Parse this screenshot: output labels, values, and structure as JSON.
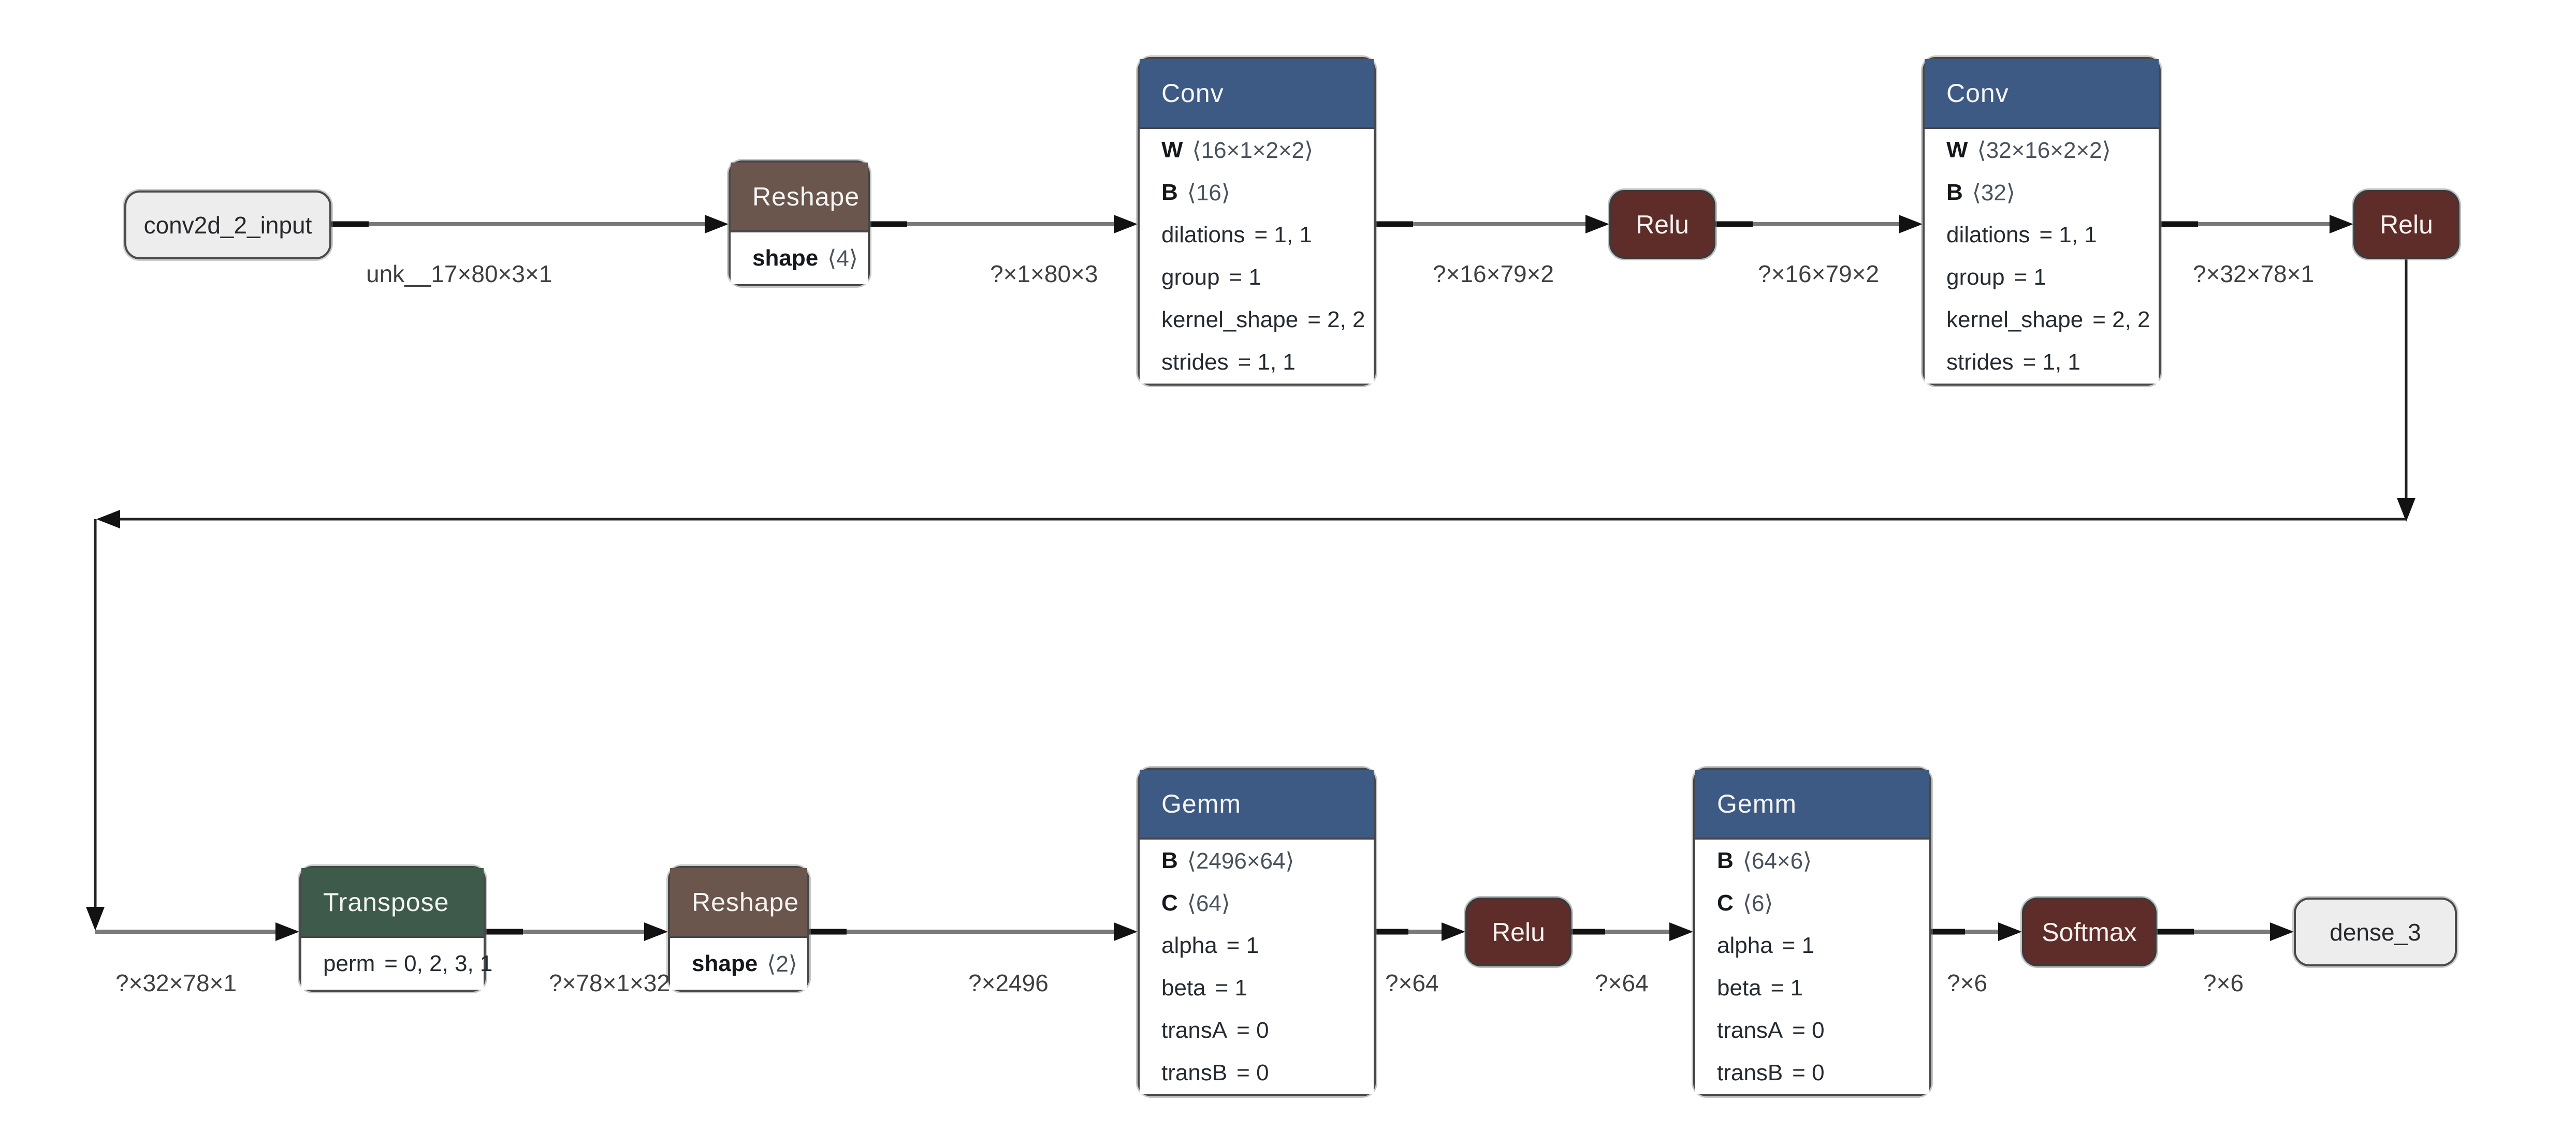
{
  "graph": {
    "nodes": [
      {
        "id": "input",
        "kind": "io",
        "label": "conv2d_2_input"
      },
      {
        "id": "reshape_1",
        "kind": "op",
        "title": "Reshape",
        "rows": [
          {
            "name": "shape",
            "value": "⟨4⟩"
          }
        ]
      },
      {
        "id": "conv_1",
        "kind": "op",
        "title": "Conv",
        "rows": [
          {
            "name": "W",
            "value": "⟨16×1×2×2⟩"
          },
          {
            "name": "B",
            "value": "⟨16⟩"
          },
          {
            "name": "dilations",
            "value": "= 1, 1"
          },
          {
            "name": "group",
            "value": "= 1"
          },
          {
            "name": "kernel_shape",
            "value": "= 2, 2"
          },
          {
            "name": "strides",
            "value": "= 1, 1"
          }
        ]
      },
      {
        "id": "relu_1",
        "kind": "act",
        "label": "Relu"
      },
      {
        "id": "conv_2",
        "kind": "op",
        "title": "Conv",
        "rows": [
          {
            "name": "W",
            "value": "⟨32×16×2×2⟩"
          },
          {
            "name": "B",
            "value": "⟨32⟩"
          },
          {
            "name": "dilations",
            "value": "= 1, 1"
          },
          {
            "name": "group",
            "value": "= 1"
          },
          {
            "name": "kernel_shape",
            "value": "= 2, 2"
          },
          {
            "name": "strides",
            "value": "= 1, 1"
          }
        ]
      },
      {
        "id": "relu_2",
        "kind": "act",
        "label": "Relu"
      },
      {
        "id": "transpose",
        "kind": "op",
        "title": "Transpose",
        "rows": [
          {
            "name": "perm",
            "value": "= 0, 2, 3, 1"
          }
        ]
      },
      {
        "id": "reshape_2",
        "kind": "op",
        "title": "Reshape",
        "rows": [
          {
            "name": "shape",
            "value": "⟨2⟩"
          }
        ]
      },
      {
        "id": "gemm_1",
        "kind": "op",
        "title": "Gemm",
        "rows": [
          {
            "name": "B",
            "value": "⟨2496×64⟩"
          },
          {
            "name": "C",
            "value": "⟨64⟩"
          },
          {
            "name": "alpha",
            "value": "= 1"
          },
          {
            "name": "beta",
            "value": "= 1"
          },
          {
            "name": "transA",
            "value": "= 0"
          },
          {
            "name": "transB",
            "value": "= 0"
          }
        ]
      },
      {
        "id": "relu_3",
        "kind": "act",
        "label": "Relu"
      },
      {
        "id": "gemm_2",
        "kind": "op",
        "title": "Gemm",
        "rows": [
          {
            "name": "B",
            "value": "⟨64×6⟩"
          },
          {
            "name": "C",
            "value": "⟨6⟩"
          },
          {
            "name": "alpha",
            "value": "= 1"
          },
          {
            "name": "beta",
            "value": "= 1"
          },
          {
            "name": "transA",
            "value": "= 0"
          },
          {
            "name": "transB",
            "value": "= 0"
          }
        ]
      },
      {
        "id": "softmax",
        "kind": "act",
        "label": "Softmax"
      },
      {
        "id": "output",
        "kind": "io",
        "label": "dense_3"
      }
    ],
    "edge_labels": [
      "unk__17×80×3×1",
      "?×1×80×3",
      "?×16×79×2",
      "?×16×79×2",
      "?×32×78×1",
      "?×32×78×1",
      "?×78×1×32",
      "?×2496",
      "?×64",
      "?×64",
      "?×6",
      "?×6"
    ],
    "colors": {
      "layer_header": "#3d5a85",
      "shape_header": "#6a564d",
      "transform_header": "#3d5a4a",
      "activation": "#5e2d29",
      "io_fill": "#ededed",
      "edge_line": "#7a7a7a",
      "arrow": "#121212"
    }
  }
}
